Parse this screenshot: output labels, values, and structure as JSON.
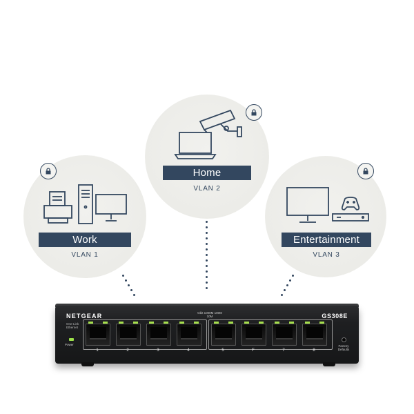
{
  "networks": [
    {
      "name": "Work",
      "vlan": "VLAN 1"
    },
    {
      "name": "Home",
      "vlan": "VLAN 2"
    },
    {
      "name": "Entertainment",
      "vlan": "VLAN 3"
    }
  ],
  "switch": {
    "brand": "NETGEAR",
    "model": "GS308E",
    "poe_tag": "One-Link Ethernet",
    "speed_tag": "Gbit 1000M 100M 10M",
    "power_label": "Power",
    "reset_label": "Factory Defaults",
    "ports": [
      "1",
      "2",
      "3",
      "4",
      "5",
      "F",
      "7",
      "8"
    ]
  },
  "colors": {
    "accent": "#33475f",
    "led": "#a6e04b",
    "bubble": "#ecece8"
  }
}
